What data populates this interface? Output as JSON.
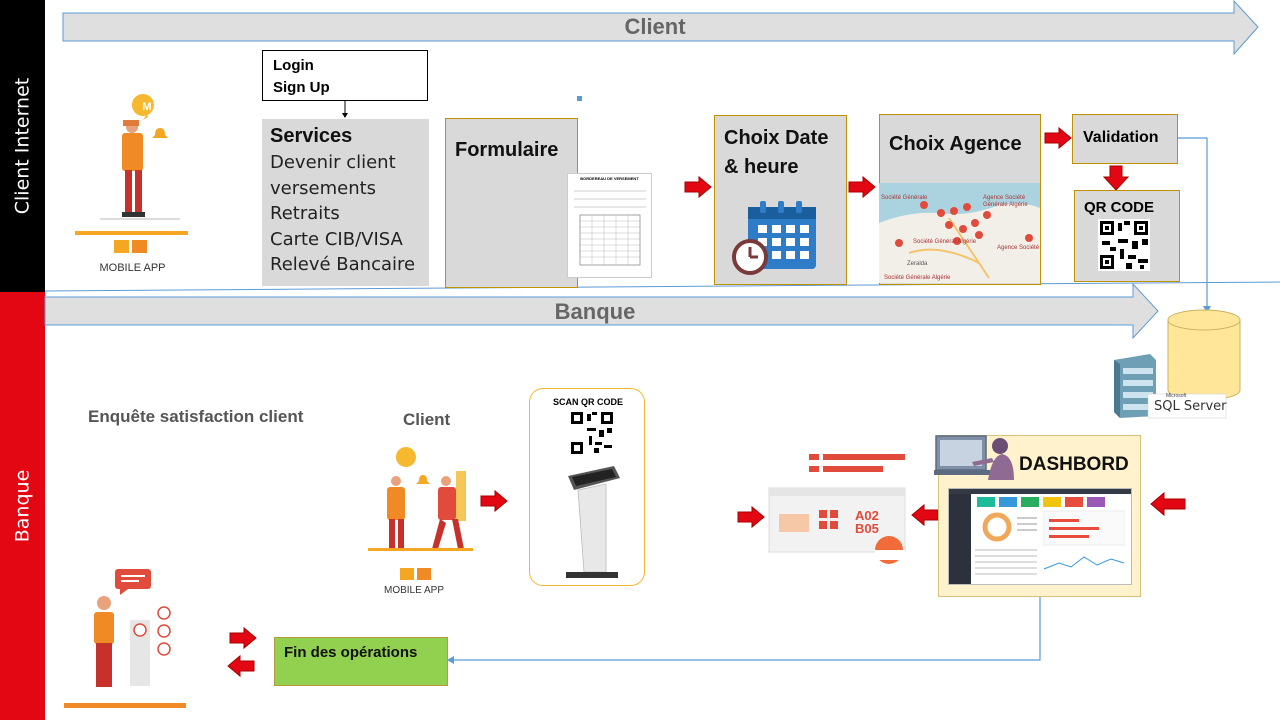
{
  "lanes": {
    "top_label": "Client Internet",
    "bottom_label": "Banque",
    "top_color": "#000000",
    "bottom_color": "#e30613"
  },
  "banners": {
    "client": "Client",
    "banque": "Banque"
  },
  "mobile_app_label": "MOBILE APP",
  "login": {
    "line1": "Login",
    "line2": "Sign Up"
  },
  "services": {
    "title": "Services",
    "items": [
      "Devenir client",
      "versements",
      "Retraits",
      "Carte CIB/VISA",
      "Relevé Bancaire"
    ]
  },
  "formulaire": {
    "title": "Formulaire",
    "doc_header": "BORDEREAU DE VERSEMENT"
  },
  "choix_date": {
    "line1": "Choix Date",
    "line2": "& heure"
  },
  "choix_agence": {
    "title": "Choix Agence",
    "map_labels": [
      "Société Générale",
      "Agence Société",
      "Générale Algérie",
      "Société Général Algérie",
      "Agence Société",
      "Zeralda",
      "Société Générale Algérie"
    ]
  },
  "validation": "Validation",
  "qr_code": "QR CODE",
  "sql_server": {
    "small": "Microsoft",
    "label": "SQL Server"
  },
  "enquete": "Enquête satisfaction client",
  "client_label": "Client",
  "scan_qr": "SCAN QR CODE",
  "ticket": {
    "line1": "A02",
    "line2": "B05"
  },
  "dashboard": "DASHBORD",
  "fin_operations": "Fin des opérations",
  "colors": {
    "accent_red": "#e30613",
    "orange": "#f08a24",
    "green_box": "#92d050",
    "dash_bg": "#fff2cc",
    "connector_blue": "#5b9bd5"
  }
}
